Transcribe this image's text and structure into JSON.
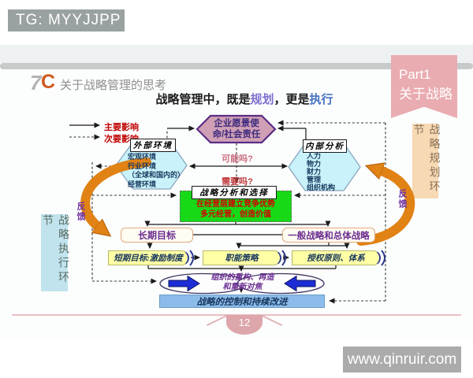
{
  "page": {
    "tg_badge": "TG: MYYJJPP",
    "site_badge": "www.qinruir.com"
  },
  "header": {
    "logo_seven": "7",
    "logo_c": "C",
    "title": "关于战略管理的思考"
  },
  "ribbon": {
    "line1": "Part1",
    "line2": "关于战略"
  },
  "side_labels": {
    "execution": "战略执行环节",
    "planning": "战略规划环节"
  },
  "slide": {
    "page_number": "12",
    "title": {
      "part1": "战略管理中，既是",
      "highlight1": "规划",
      "part2": "，更是",
      "highlight2": "执行"
    },
    "legend": {
      "primary": "主要影响",
      "secondary": "次要影响"
    },
    "vision": {
      "line1": "企业愿景使",
      "line2": "命/社会责任"
    },
    "external": {
      "label": "外部环境",
      "lines": [
        "宏观环境",
        "行业环境",
        "（全球和国内的）",
        "经营环境"
      ]
    },
    "internal": {
      "label": "内部分析",
      "lines": [
        "人力",
        "物力",
        "财力",
        "管理",
        "组织机构"
      ]
    },
    "question_possible": "可能吗?",
    "question_needed": "需要吗?",
    "analysis": {
      "label": "战略分析和选择",
      "line1": "在经营层建立竞争优势",
      "line2": "多元经营，创造价值"
    },
    "long_term": "长期目标",
    "general_strategy": "一般战略和总体战略",
    "banners": [
      "短期目标:激励制度",
      "职能策略",
      "授权原则、体系"
    ],
    "restructure": {
      "line1": "组织的重构、再造",
      "line2": "和重新对焦"
    },
    "control": "战略的控制和持续改进",
    "feedback": "反馈"
  },
  "colors": {
    "ribbon_pink": "#e9acb1",
    "hex_cyan": "#c9f2fa",
    "vision_pink": "#cfa0b5",
    "analysis_green": "#17d917",
    "banner_yellow": "#ffffa6",
    "control_blue": "#8cbce9",
    "feedback_orange": "#e08214",
    "accent_purple": "#7030a0",
    "accent_red": "#c00000"
  }
}
